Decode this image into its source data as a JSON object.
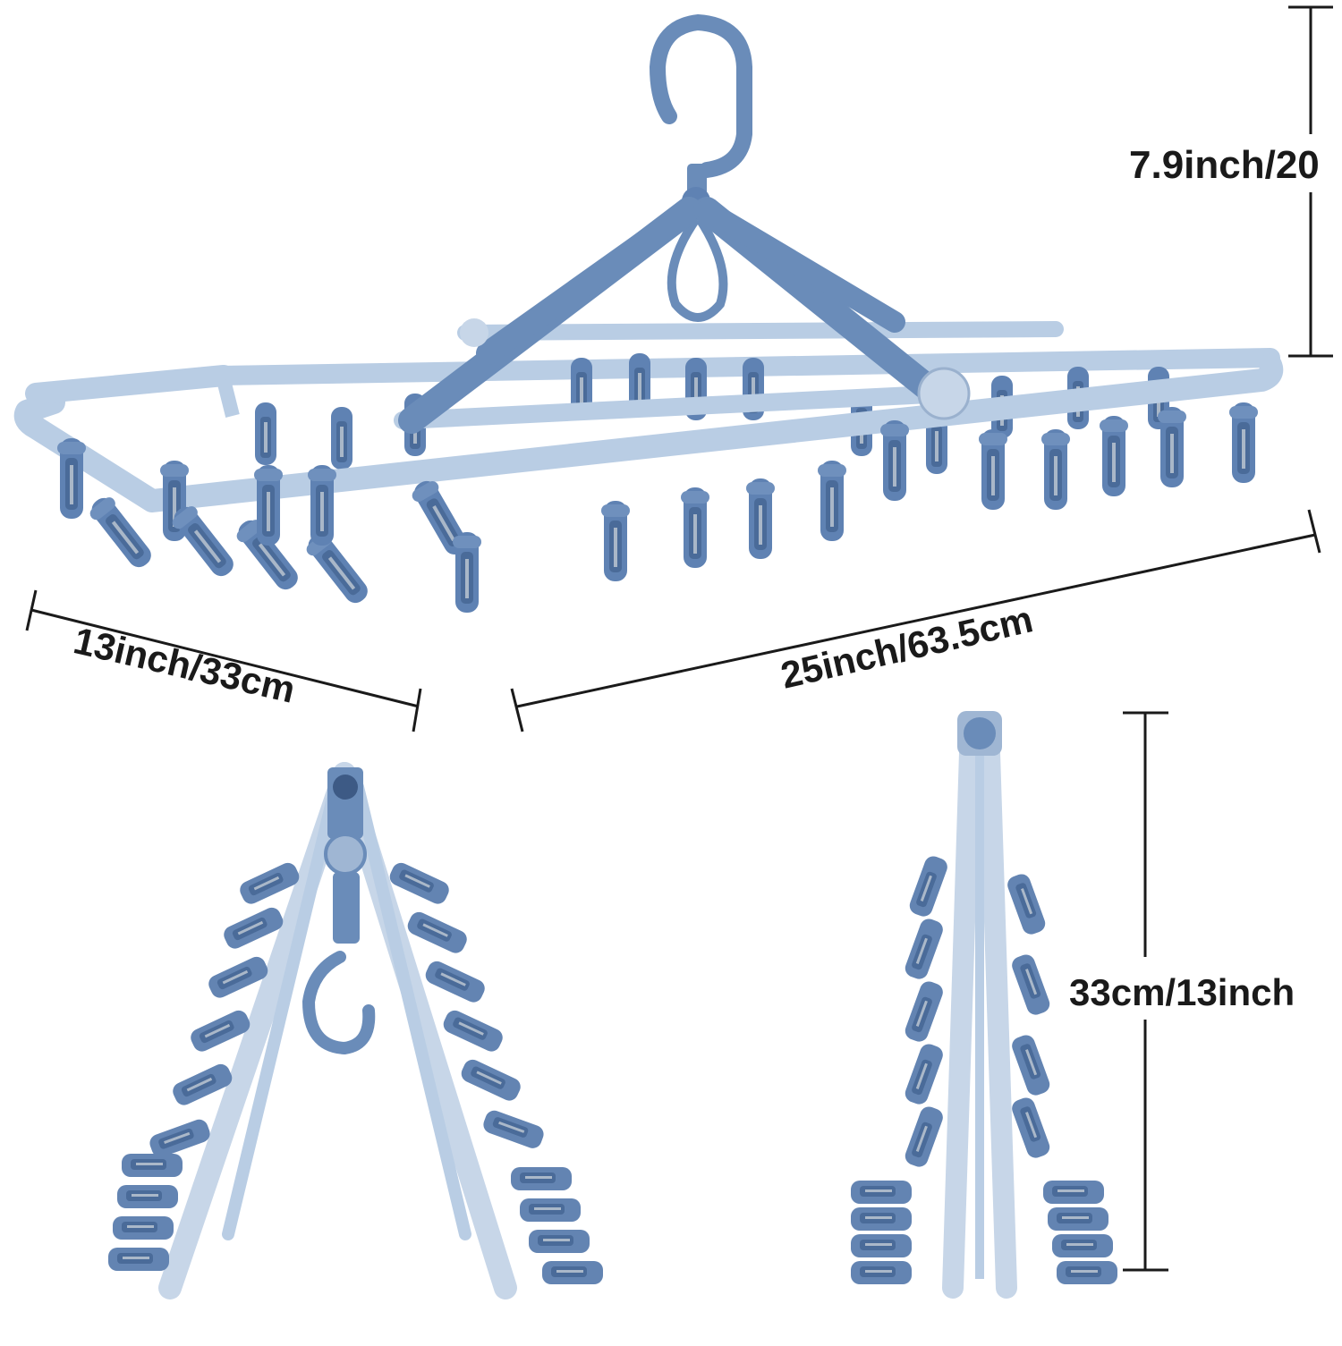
{
  "dimensions": {
    "height": "7.9inch/20",
    "depth": "13inch/33cm",
    "width": "25inch/63.5cm",
    "folded_height": "33cm/13inch"
  },
  "colors": {
    "frame": "#b9cde4",
    "frame_edge": "#7f9bbd",
    "clip": "#5f82b3",
    "clip_dark": "#4a6b99",
    "hanger": "#6a8cb9",
    "dimension_line": "#1a1a1a"
  },
  "views": [
    "expanded-hanger",
    "folded-front-view",
    "folded-side-view"
  ]
}
